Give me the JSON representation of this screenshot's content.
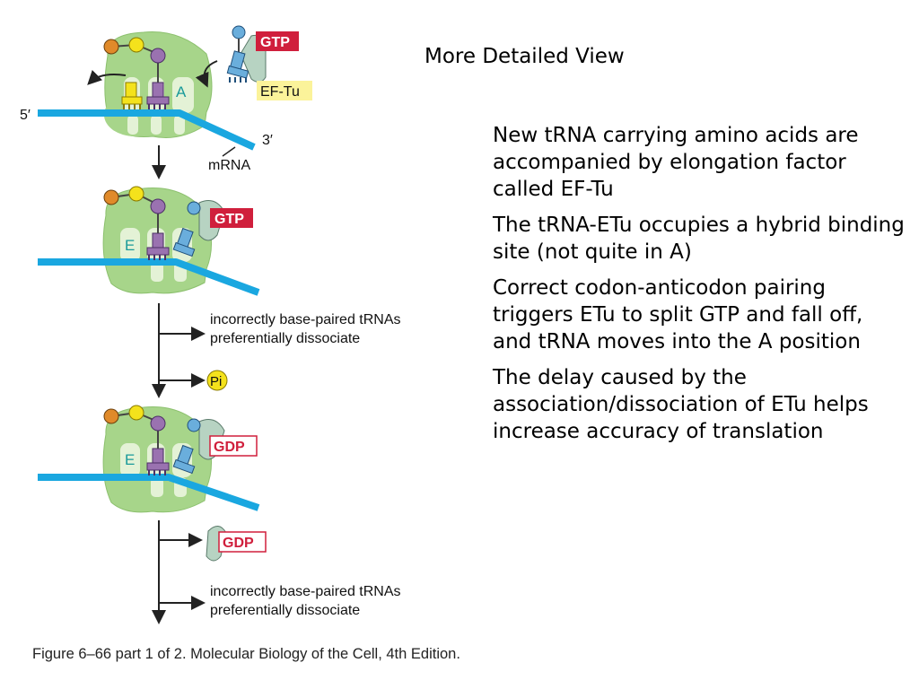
{
  "slide": {
    "title": "More Detailed View",
    "bullets": [
      "New tRNA carrying amino acids are accompanied by elongation factor called EF-Tu",
      "The tRNA-ETu occupies a hybrid binding site (not quite in A)",
      "Correct codon-anticodon pairing triggers ETu to split GTP and fall off, and tRNA moves into the A position",
      "The delay caused by the association/dissociation of ETu helps increase accuracy of translation"
    ],
    "caption": "Figure 6–66 part 1 of 2. Molecular Biology of the Cell, 4th Edition."
  },
  "figure": {
    "labels": {
      "five_prime": "5′",
      "three_prime": "3′",
      "mrna": "mRNA",
      "ef_tu": "EF-Tu",
      "gtp": "GTP",
      "gdp": "GDP",
      "site_a": "A",
      "site_e": "E",
      "pi": "Pi",
      "dissociate_line1": "incorrectly base-paired tRNAs",
      "dissociate_line2": "preferentially dissociate"
    },
    "colors": {
      "ribosome": "#a7d58a",
      "mrna": "#1aa7e0",
      "gtp": "#d01f3c",
      "ef_tu": "#b7d3c2",
      "trna_purple": "#9a72b0",
      "trna_yellow": "#f4e21c",
      "trna_blue": "#6aaedc",
      "amino_orange": "#e08a2a",
      "label_bg": "#fbf39a"
    }
  }
}
